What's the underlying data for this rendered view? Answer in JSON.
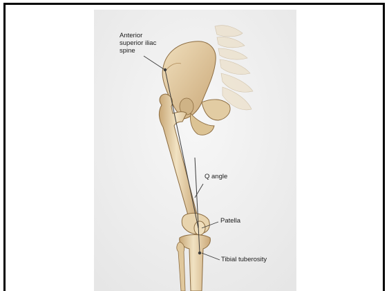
{
  "labels": {
    "asis": [
      "Anterior",
      "superior iliac",
      "spine"
    ],
    "q_angle": "Q angle",
    "patella": "Patella",
    "tibial_tuberosity": "Tibial tuberosity"
  },
  "colors": {
    "bone": "#ead7b3",
    "bone_shade": "#c9a877",
    "bone_outline": "#8b6b3f",
    "background": "#efefef",
    "line": "#3a3a3a"
  }
}
